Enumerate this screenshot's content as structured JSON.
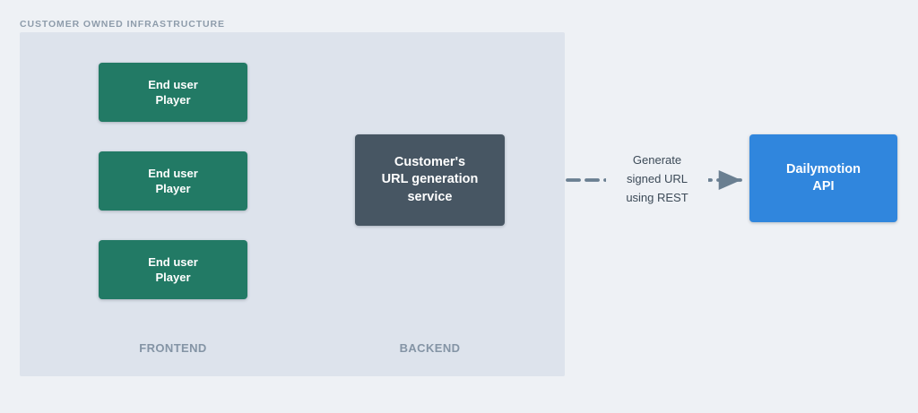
{
  "diagram": {
    "zone": {
      "label": "CUSTOMER OWNED INFRASTRUCTURE",
      "panel_color": "#dde3ec"
    },
    "page_background": "#eef1f5",
    "nodes": [
      {
        "id": "player-1",
        "label": "End user\nPlayer",
        "color": "#227a65",
        "text_color": "#ffffff"
      },
      {
        "id": "player-2",
        "label": "End user\nPlayer",
        "color": "#227a65",
        "text_color": "#ffffff"
      },
      {
        "id": "player-3",
        "label": "End user\nPlayer",
        "color": "#227a65",
        "text_color": "#ffffff"
      },
      {
        "id": "service",
        "label": "Customer's\nURL generation\nservice",
        "color": "#475663",
        "text_color": "#ffffff"
      },
      {
        "id": "api",
        "label": "Dailymotion\nAPI",
        "color": "#3086dd",
        "text_color": "#ffffff"
      }
    ],
    "tiers": [
      {
        "id": "frontend",
        "label": "FRONTEND"
      },
      {
        "id": "backend",
        "label": "BACKEND"
      }
    ],
    "connectors": {
      "solid_color": "#6a7f91",
      "dashed_color": "#6a7f91",
      "rest_label": "Generate\nsigned URL\nusing REST"
    }
  }
}
